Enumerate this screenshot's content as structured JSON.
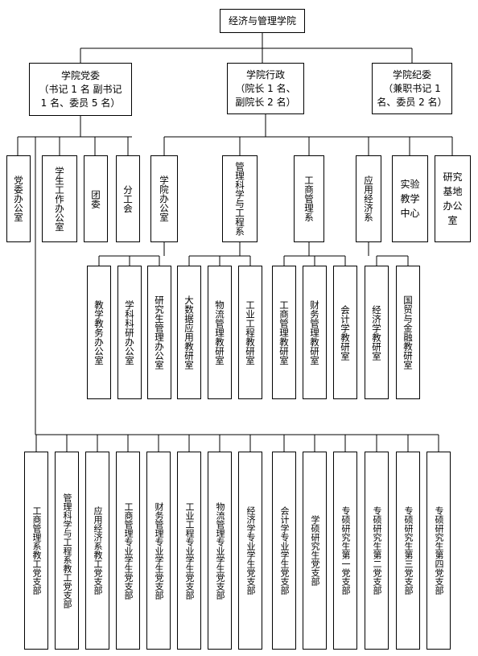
{
  "root": "经济与管理学院",
  "level1": {
    "party": "学院党委\n（书记 1 名 副书记\n1 名、委员 5 名）",
    "admin": "学院行政\n（院长 1 名、\n副院长 2 名）",
    "discipline": "学院纪委\n（兼职书记 1\n名、委员 2 名）"
  },
  "party_units": [
    "党委办公室",
    "学生工作办公室",
    "团委",
    "分工会"
  ],
  "admin_units": {
    "office": "学院办公室",
    "mse": "管理科学与工程系",
    "business": "工商管理系",
    "economics": "应用经济系",
    "lab": "实验\n教学\n中心",
    "research": "研究\n基地\n办公\n室"
  },
  "office_subs": [
    "教学教务办公室",
    "学科科研办公室",
    "研究生管理办公室"
  ],
  "mse_subs": [
    "大数据应用教研室",
    "物流管理教研室",
    "工业工程教研室"
  ],
  "business_subs": [
    "工商管理教研室",
    "财务管理教研室",
    "会计学教研室"
  ],
  "economics_subs": [
    "经济学教研室",
    "国贸与金融教研室"
  ],
  "branches": [
    "工商管理系教工党支部",
    "管理科学与工程系教工党支部",
    "应用经济系教工党支部",
    "工商管理专业学生党支部",
    "财务管理专业学生党支部",
    "工业工程专业学生党支部",
    "物流管理专业学生党支部",
    "经济学专业学生党支部",
    "会计学专业学生党支部",
    "学硕研究生党支部",
    "专硕研究生第一党支部",
    "专硕研究生第二党支部",
    "专硕研究生第三党支部",
    "专硕研究生第四党支部"
  ]
}
